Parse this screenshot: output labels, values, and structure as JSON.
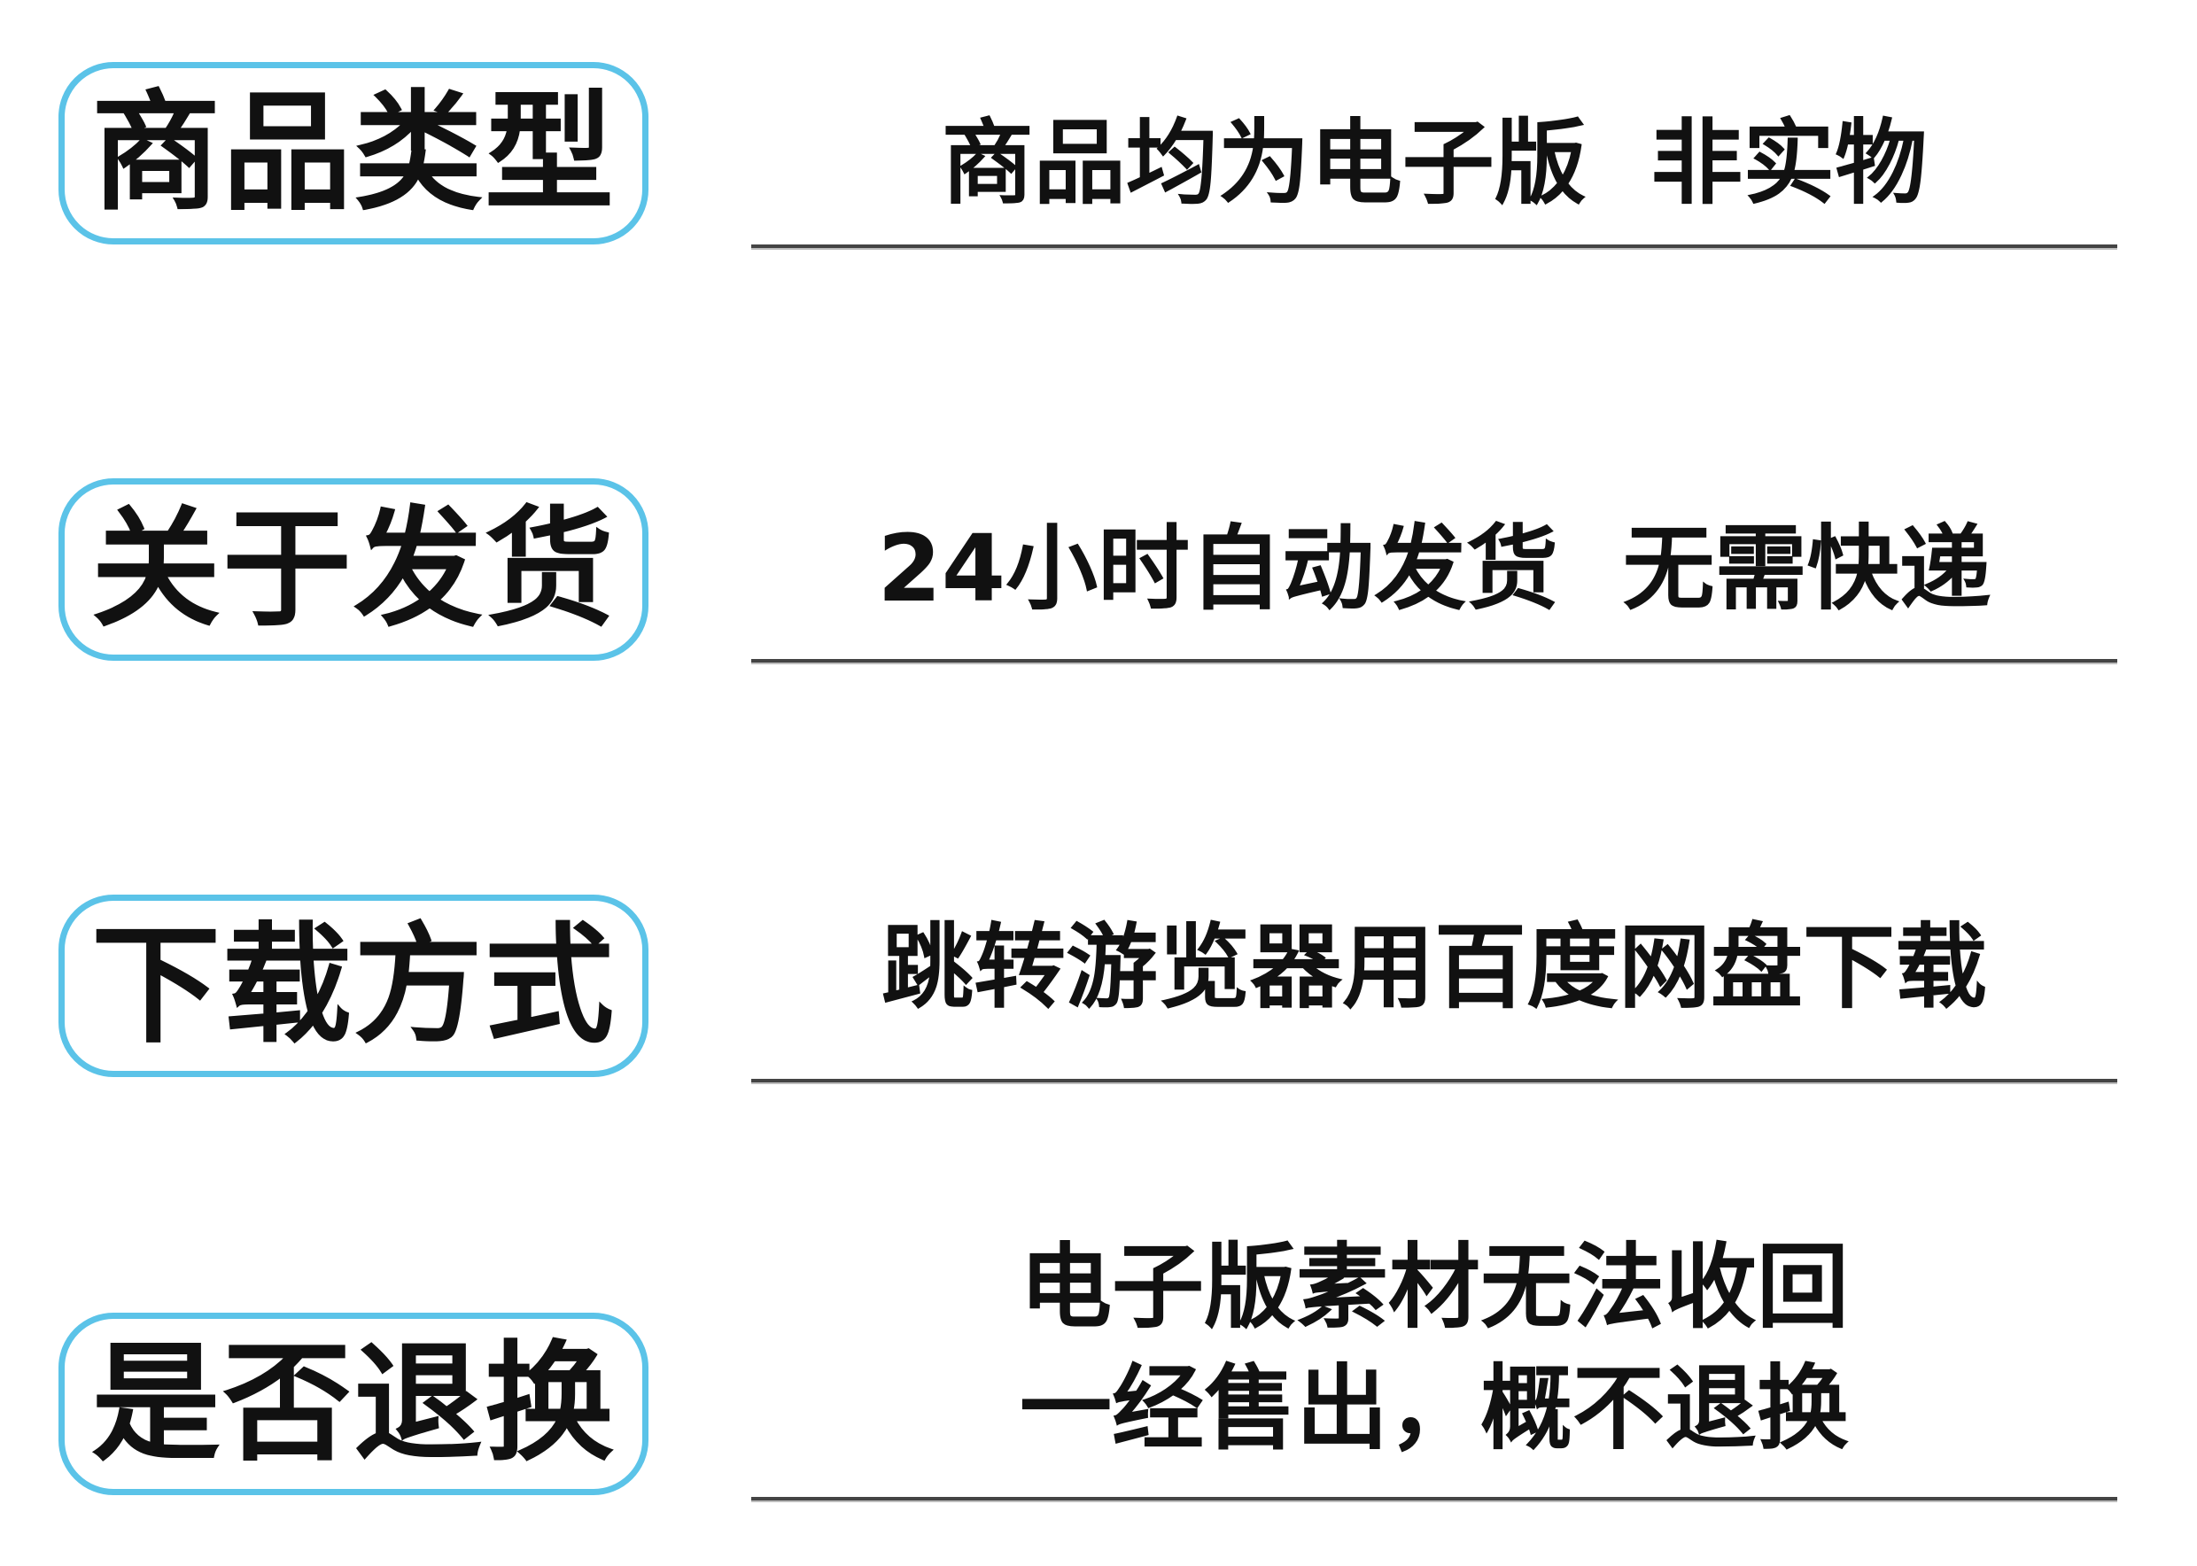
{
  "rows": [
    {
      "label": "商品类型",
      "value_lines": [
        "商品均为电子版  非实物"
      ]
    },
    {
      "label": "关于发货",
      "value_lines": [
        "24小时自动发货  无需快递"
      ]
    },
    {
      "label": "下载方式",
      "value_lines": [
        "跳转游览器用百度网盘下载"
      ]
    },
    {
      "label": "是否退换",
      "value_lines": [
        "电子版素材无法收回",
        "一经售出，概不退换"
      ]
    }
  ],
  "colors": {
    "pill_border": "#5bc3e8",
    "text": "#111111",
    "divider": "#444444",
    "background": "#ffffff"
  }
}
